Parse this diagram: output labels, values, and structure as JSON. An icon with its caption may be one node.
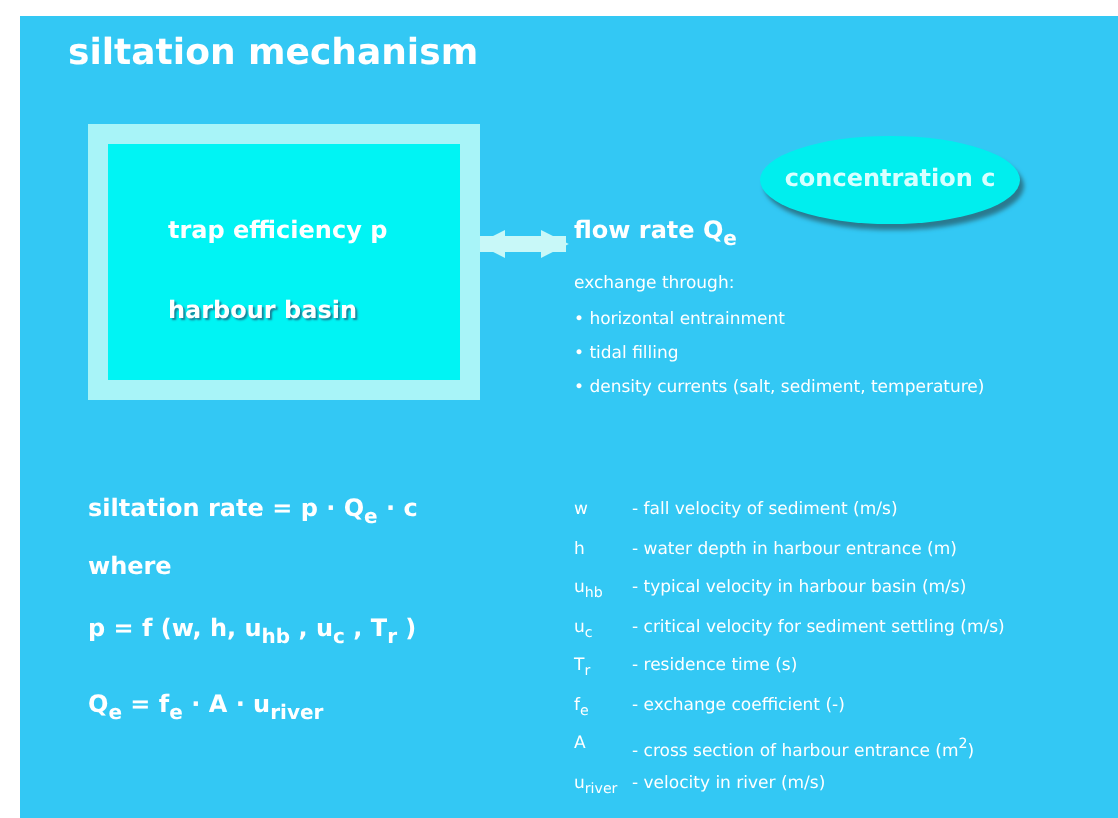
{
  "diagram": {
    "title": "siltation mechanism",
    "nodes": [
      {
        "text": [
          "trap efficiency p",
          "harbour basin"
        ]
      },
      {
        "text": [
          "flow rate Q$_{e}$"
        ]
      },
      {
        "text": [
          "concentration c"
        ]
      }
    ],
    "edges": [
      {
        "from": 0,
        "to": 1,
        "arrow": "both"
      }
    ],
    "labels": [
      "exchange through:",
      "• horizontal entrainment",
      "• tidal filling",
      "• density currents (salt, sediment, temperature)",
      "siltation rate = p · Q$_{e}$ · c",
      "where",
      "p = f (w, h, u$_{hb}$ , u$_{c}$ , T$_{r}$ )",
      "Q$_{e}$ = f$_{e}$ · A · u$_{river}$",
      "w",
      "- fall velocity of sediment (m/s)",
      "h",
      "- water depth in harbour entrance (m)",
      "u$_{hb}$",
      "- typical velocity in harbour basin (m/s)",
      "u$_{c}$",
      "- critical velocity for sediment settling (m/s)",
      "T$_{r}$",
      "- residence time (s)",
      "f$_{e}$",
      "- exchange coefficient (-)",
      "A",
      "- cross section of harbour entrance (m$^{2}$)",
      "u$_{river}$",
      "- velocity in river (m/s)"
    ]
  }
}
